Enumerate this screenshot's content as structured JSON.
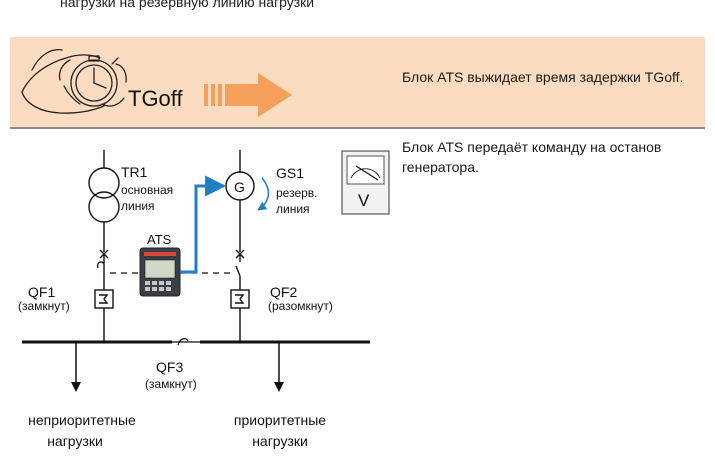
{
  "header": {
    "top_text": "нагрузки на резервную линию нагрузки"
  },
  "banner": {
    "timer_label": "TGoff",
    "step_text": "Блок ATS выжидает время задержки TGoff."
  },
  "step2_text": "Блок ATS передаёт команду на останов генератора.",
  "diagram": {
    "tr1": {
      "name": "TR1",
      "line1": "основная",
      "line2": "линия"
    },
    "gs1": {
      "name": "GS1",
      "symbol": "G",
      "line1": "резерв.",
      "line2": "линия"
    },
    "voltmeter": {
      "symbol": "V"
    },
    "ats": {
      "name": "ATS"
    },
    "qf1": {
      "name": "QF1",
      "state": "(замкнут)"
    },
    "qf2": {
      "name": "QF2",
      "state": "(разомкнут)"
    },
    "qf3": {
      "name": "QF3",
      "state": "(замкнут)"
    },
    "load_left": {
      "line1": "неприоритетные",
      "line2": "нагрузки"
    },
    "load_right": {
      "line1": "приоритетные",
      "line2": "нагрузки"
    }
  },
  "colors": {
    "banner": "#fbdcc0",
    "arrow": "#f5a05a",
    "control_line": "#1f7fc0"
  }
}
